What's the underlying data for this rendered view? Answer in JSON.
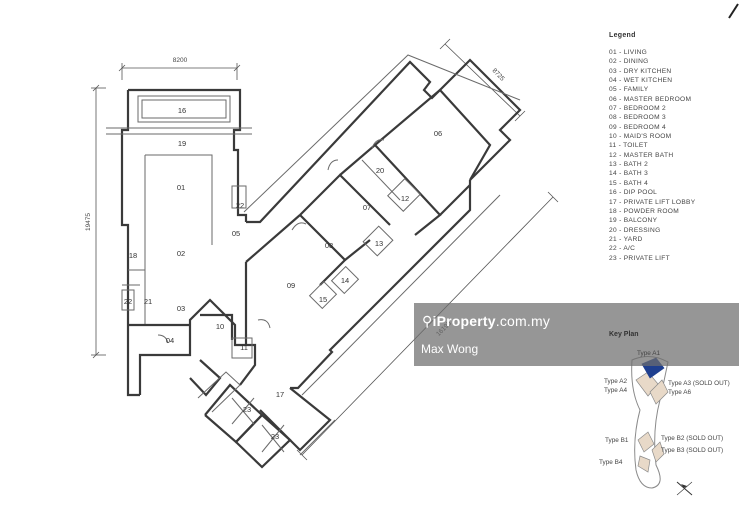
{
  "dimensions": {
    "top": "8200",
    "left": "19475",
    "right_top": "8725",
    "right_mid": "16195"
  },
  "rooms": {
    "r01": "01",
    "r02": "02",
    "r03": "03",
    "r04": "04",
    "r05": "05",
    "r06": "06",
    "r07": "07",
    "r08": "08",
    "r09": "09",
    "r10": "10",
    "r11": "11",
    "r12": "12",
    "r13": "13",
    "r14": "14",
    "r15": "15",
    "r16": "16",
    "r17": "17",
    "r18": "18",
    "r19": "19",
    "r20": "20",
    "r21": "21",
    "r22a": "22",
    "r22b": "22",
    "r23a": "23",
    "r23b": "23"
  },
  "legend": {
    "title": "Legend",
    "items": [
      "01 - LIVING",
      "02 - DINING",
      "03 - DRY KITCHEN",
      "04 - WET KITCHEN",
      "05 - FAMILY",
      "06 - MASTER BEDROOM",
      "07 - BEDROOM 2",
      "08 - BEDROOM 3",
      "09 - BEDROOM 4",
      "10 - MAID'S ROOM",
      "11 - TOILET",
      "12 - MASTER BATH",
      "13 - BATH 2",
      "14 - BATH 3",
      "15 - BATH 4",
      "16 - DIP POOL",
      "17 - PRIVATE LIFT LOBBY",
      "18 - POWDER ROOM",
      "19 - BALCONY",
      "20 - DRESSING",
      "21 - YARD",
      "22 - A/C",
      "23 - PRIVATE LIFT"
    ]
  },
  "watermark": {
    "brand_prefix": "i",
    "brand_name": "Property",
    "brand_suffix": ".com.my",
    "agent": "Max Wong"
  },
  "key_plan": {
    "title": "Key Plan",
    "labels": {
      "a1": "Type A1",
      "a2": "Type A2",
      "a4": "Type A4",
      "a3": "Type A3 (SOLD OUT)",
      "a6": "Type A6",
      "b1": "Type B1",
      "b2": "Type B2 (SOLD OUT)",
      "b3": "Type B3 (SOLD OUT)",
      "b4": "Type B4"
    },
    "colors": {
      "highlight": "#1f3f8f",
      "units": "#e8d9c8",
      "outline": "#8a8a8a"
    }
  },
  "icons": {
    "corner": "arrow-icon",
    "compass": "north-arrow-icon",
    "location": "location-pin-icon"
  }
}
